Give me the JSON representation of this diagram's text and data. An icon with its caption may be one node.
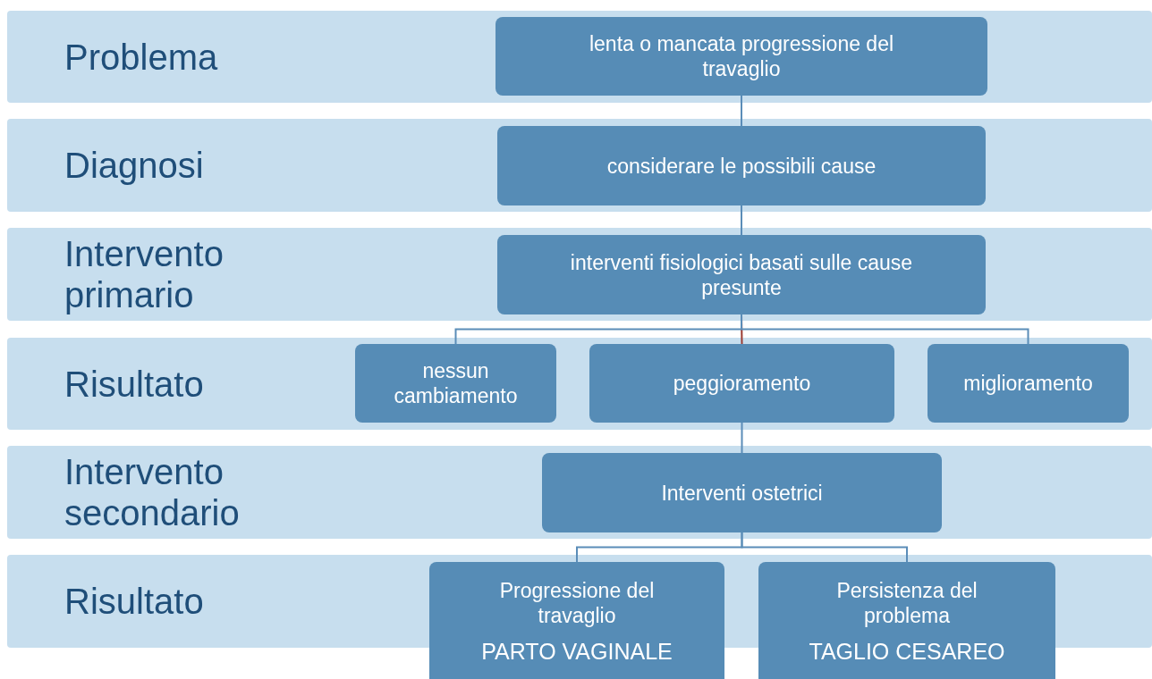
{
  "diagram": {
    "nodes": [
      {
        "text": [
          "Problema"
        ]
      },
      {
        "text": [
          "lenta o mancata progressione del travaglio"
        ],
        "in": 0
      },
      {
        "text": [
          "Diagnosi"
        ]
      },
      {
        "text": [
          "considerare le possibili cause"
        ],
        "in": 2
      },
      {
        "text": [
          "Intervento primario"
        ]
      },
      {
        "text": [
          "interventi fisiologici basati sulle cause presunte"
        ],
        "in": 4
      },
      {
        "text": [
          "Risultato"
        ]
      },
      {
        "text": [
          "nessun cambiamento"
        ],
        "in": 6
      },
      {
        "text": [
          "peggioramento"
        ],
        "in": 6
      },
      {
        "text": [
          "miglioramento"
        ],
        "in": 6
      },
      {
        "text": [
          "Intervento secondario"
        ]
      },
      {
        "text": [
          "Interventi ostetrici"
        ],
        "in": 10
      },
      {
        "text": [
          "Risultato"
        ]
      },
      {
        "text": [
          "Progressione del travaglio",
          "PARTO VAGINALE"
        ]
      },
      {
        "text": [
          "Persistenza del problema",
          "TAGLIO CESAREO"
        ]
      }
    ],
    "edges": [
      {
        "from": 1,
        "to": 3,
        "arrow": "none"
      },
      {
        "from": 3,
        "to": 5,
        "arrow": "none"
      },
      {
        "from": 5,
        "to": 7,
        "arrow": "none"
      },
      {
        "from": 5,
        "to": 8,
        "arrow": "none",
        "color": "#9b3b32"
      },
      {
        "from": 5,
        "to": 9,
        "arrow": "none"
      },
      {
        "from": 8,
        "to": 11,
        "arrow": "none"
      },
      {
        "from": 11,
        "to": 13,
        "arrow": "none"
      },
      {
        "from": 11,
        "to": 14,
        "arrow": "none"
      }
    ]
  }
}
